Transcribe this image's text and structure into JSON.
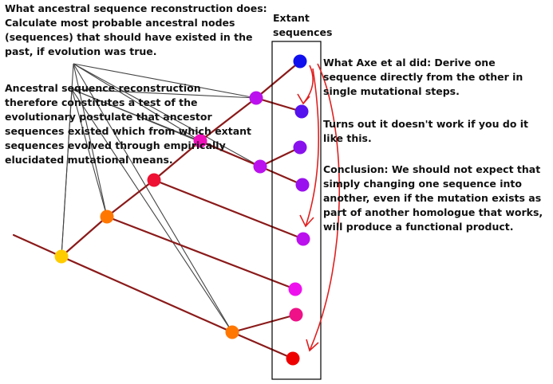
{
  "notes": {
    "what_asr": "What ancestral sequence reconstruction does: Calculate most probable ancestral nodes (sequences) that should have existed in the past, if evolution was true.",
    "asr_test": "Ancestral sequence reconstruction therefore constitutes a test of the evolutionary postulate that ancestor sequences existed which from which extant sequences evolved through empirically elucidated mutational means.",
    "axe": "What Axe et al did: Derive one sequence directly from the other in single mutational steps.",
    "doesnt_work": "Turns out it doesn't work if you do it like this.",
    "conclusion": "Conclusion: We should not expect that simply changing one sequence into another, even if the mutation exists as part of another homologue that works, will produce a functional product."
  },
  "extant_label": "Extant sequences",
  "colors": {
    "branch": "#8b1a1a",
    "pointer_line": "#444444",
    "arrow": "#e02020",
    "box": "#000000",
    "ancestor_yellow": "#ffcc00",
    "ancestor_orange": "#ff7700",
    "ancestor_red": "#ee1133",
    "ancestor_magenta": "#ee11bb",
    "ancestor_violet": "#bb11ee",
    "extant_blue": "#1010ee",
    "extant_indigo": "#5511ee",
    "extant_purple": "#8811ee",
    "extant_violet": "#9911ee",
    "extant_violet2": "#bb11ee",
    "extant_magenta": "#ee11ee",
    "extant_pink": "#ee1188",
    "extant_red": "#ee0000"
  }
}
